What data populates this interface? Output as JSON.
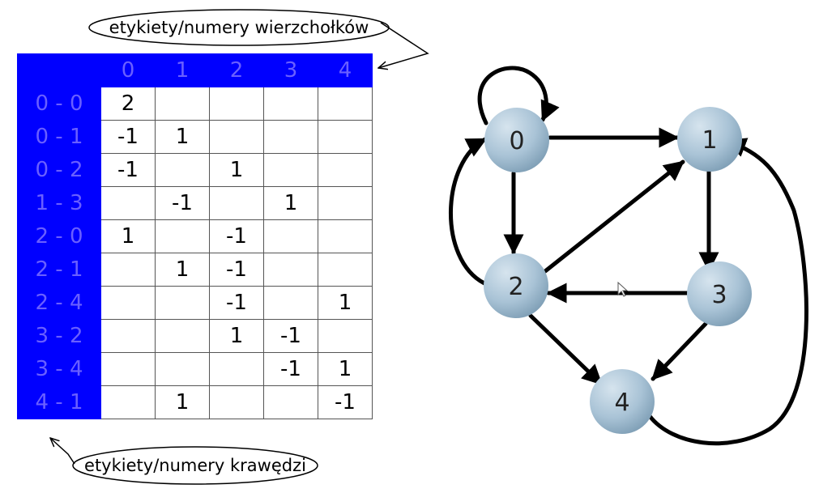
{
  "callouts": {
    "vertices_label": "etykiety/numery wierzchołków",
    "edges_label": "etykiety/numery krawędzi"
  },
  "table": {
    "columns": [
      "0",
      "1",
      "2",
      "3",
      "4"
    ],
    "rows": [
      {
        "edge": "0 - 0",
        "cells": [
          "2",
          "",
          "",
          "",
          ""
        ]
      },
      {
        "edge": "0 - 1",
        "cells": [
          "-1",
          "1",
          "",
          "",
          ""
        ]
      },
      {
        "edge": "0 - 2",
        "cells": [
          "-1",
          "",
          "1",
          "",
          ""
        ]
      },
      {
        "edge": "1 - 3",
        "cells": [
          "",
          "-1",
          "",
          "1",
          ""
        ]
      },
      {
        "edge": "2 - 0",
        "cells": [
          "1",
          "",
          "-1",
          "",
          ""
        ]
      },
      {
        "edge": "2 - 1",
        "cells": [
          "",
          "1",
          "-1",
          "",
          ""
        ]
      },
      {
        "edge": "2 - 4",
        "cells": [
          "",
          "",
          "-1",
          "",
          "1"
        ]
      },
      {
        "edge": "3 - 2",
        "cells": [
          "",
          "",
          "1",
          "-1",
          ""
        ]
      },
      {
        "edge": "3 - 4",
        "cells": [
          "",
          "",
          "",
          "-1",
          "1"
        ]
      },
      {
        "edge": "4 - 1",
        "cells": [
          "",
          "1",
          "",
          "",
          "-1"
        ]
      }
    ],
    "header_color": "#0000ff",
    "label_text_color": "#6a5fff"
  },
  "graph": {
    "nodes": [
      "0",
      "1",
      "2",
      "3",
      "4"
    ],
    "edges": [
      {
        "from": "0",
        "to": "0"
      },
      {
        "from": "0",
        "to": "1"
      },
      {
        "from": "0",
        "to": "2"
      },
      {
        "from": "1",
        "to": "3"
      },
      {
        "from": "2",
        "to": "0"
      },
      {
        "from": "2",
        "to": "1"
      },
      {
        "from": "2",
        "to": "4"
      },
      {
        "from": "3",
        "to": "2"
      },
      {
        "from": "3",
        "to": "4"
      },
      {
        "from": "4",
        "to": "1"
      }
    ],
    "node_color": "#a9c3d6"
  }
}
